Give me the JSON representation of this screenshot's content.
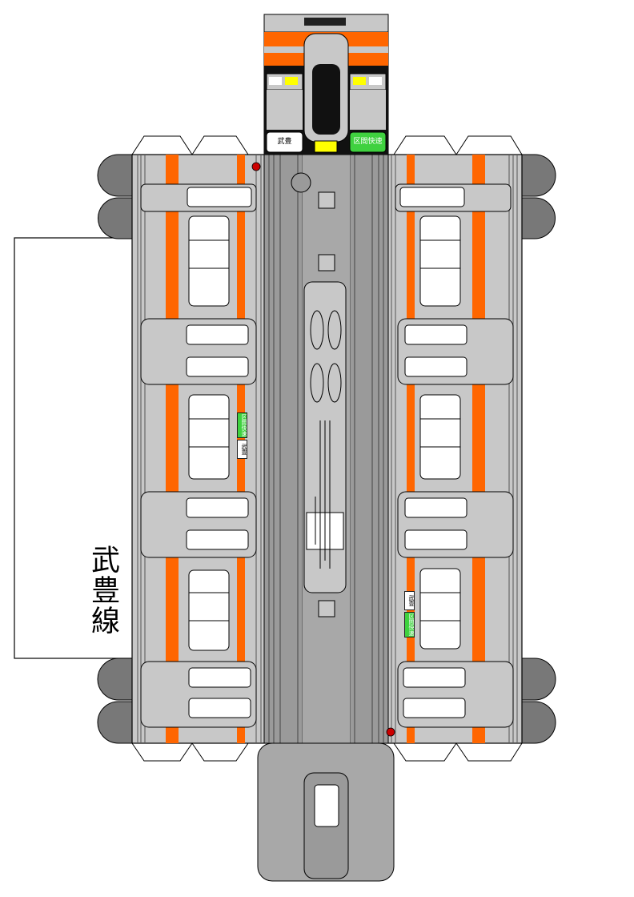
{
  "line_name": "武豊線",
  "destination_signs": {
    "front_left": "武豊",
    "front_right": "区間快速",
    "side_left_type": "区間快速",
    "side_left_dest": "武豊",
    "side_right_dest": "武豊",
    "side_right_type": "区間快速"
  },
  "colors": {
    "body_gray": "#c8c8c8",
    "roof_gray": "#9a9a9a",
    "dark_gray": "#787878",
    "stripe_orange": "#ff6600",
    "sign_green": "#3fd13f",
    "marker_red": "#cc0000",
    "light_yellow": "#ffff00",
    "outline": "#000000"
  }
}
